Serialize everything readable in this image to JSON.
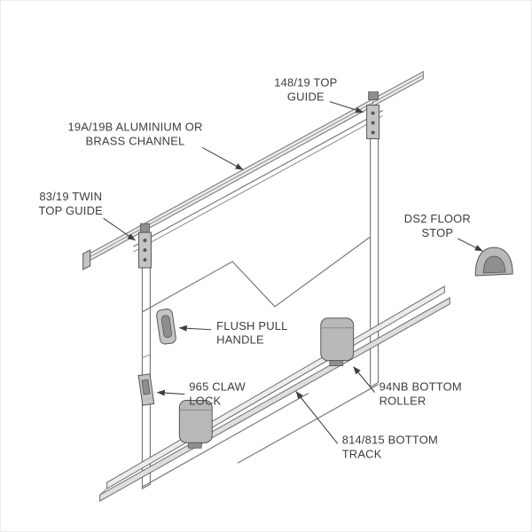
{
  "diagram": {
    "labels": {
      "top_guide": {
        "line1": "148/19 TOP",
        "line2": "GUIDE"
      },
      "channel": {
        "line1": "19A/19B ALUMINIUM OR",
        "line2": "BRASS CHANNEL"
      },
      "twin_top_guide": {
        "line1": "83/19 TWIN",
        "line2": "TOP GUIDE"
      },
      "floor_stop": {
        "line1": "DS2 FLOOR",
        "line2": "STOP"
      },
      "flush_pull_handle": {
        "line1": "FLUSH PULL",
        "line2": "HANDLE"
      },
      "claw_lock": {
        "line1": "965 CLAW",
        "line2": "LOCK"
      },
      "bottom_roller": {
        "line1": "94NB BOTTOM",
        "line2": "ROLLER"
      },
      "bottom_track": {
        "line1": "814/815 BOTTOM",
        "line2": "TRACK"
      }
    },
    "colors": {
      "line": "#6e6e6e",
      "fill_light": "#ececec",
      "fill_mid": "#b9b9b9",
      "fill_dark": "#8e8e8e",
      "text": "#3d3d3d",
      "background": "#ffffff"
    }
  }
}
